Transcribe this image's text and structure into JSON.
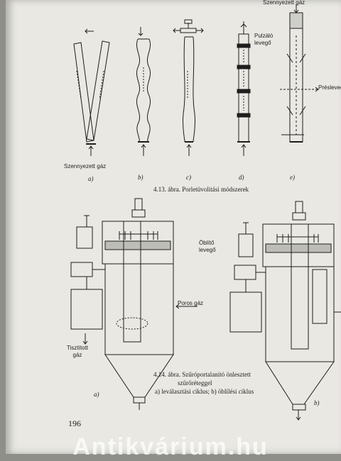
{
  "figure_top": {
    "labels": {
      "szennyezett_gaz_top": "Szennyezett gáz",
      "pulzalo_levego": "Pulzáló\nlevegő",
      "preslevego": "Préslevegő",
      "szennyezett_gaz_bottom": "Szennyezett gáz"
    },
    "sub_labels": [
      "a)",
      "b)",
      "c)",
      "d)",
      "e)"
    ],
    "caption": "4.13. ábra. Porletüvolitási módszerek"
  },
  "figure_bottom": {
    "labels": {
      "oblito_levego": "Öblítő\nlevegő",
      "poros_gaz": "Poros gáz",
      "tisztitott_gaz": "Tisztított\ngáz"
    },
    "caption_lines": [
      "4.14. ábra. Szűróportalanító önlesztett",
      "szűrőréteggel",
      "a) leválasztási ciklus; b) öblílési ciklus"
    ],
    "sub_labels": [
      "a)",
      "b)"
    ]
  },
  "page_number": "196",
  "watermark": "Antikvárium.hu",
  "colors": {
    "paper": "#e9e8e3",
    "ink": "#1e1e1e",
    "margin": "#8f8f8a"
  }
}
